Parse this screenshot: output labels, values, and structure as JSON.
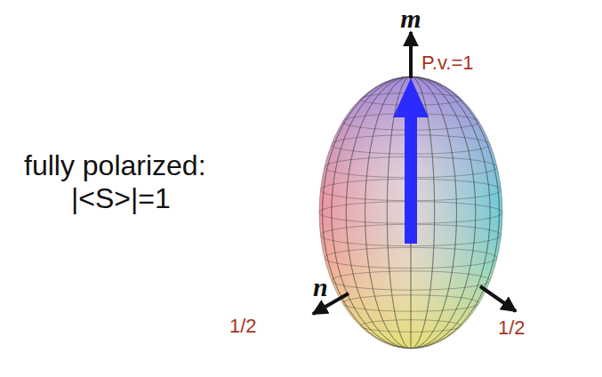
{
  "diagram": {
    "labels": [
      "fully polarized:",
      "|<S>|=1",
      "m",
      "P.v.=1",
      "n",
      "1/2",
      "1/2"
    ]
  }
}
